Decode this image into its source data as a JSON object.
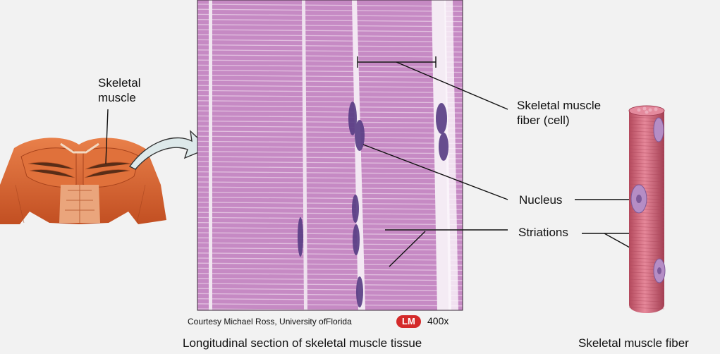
{
  "labels": {
    "skeletal_muscle_line1": "Skeletal",
    "skeletal_muscle_line2": "muscle",
    "fiber_line1": "Skeletal muscle",
    "fiber_line2": "fiber (cell)",
    "nucleus": "Nucleus",
    "striations": "Striations"
  },
  "micrograph": {
    "credit": "Courtesy Michael Ross, University ofFlorida",
    "badge": "LM",
    "magnification": "400x",
    "caption": "Longitudinal section of skeletal muscle tissue"
  },
  "fiber_illustration": {
    "caption": "Skeletal muscle fiber"
  },
  "colors": {
    "background": "#f2f2f2",
    "tissue": "#c68ac4",
    "nucleus": "#5a3f86",
    "fiber": "#d7707f",
    "muscle": "#d9622e",
    "badge": "#d42a2a",
    "arrow": "#dde9ea"
  }
}
